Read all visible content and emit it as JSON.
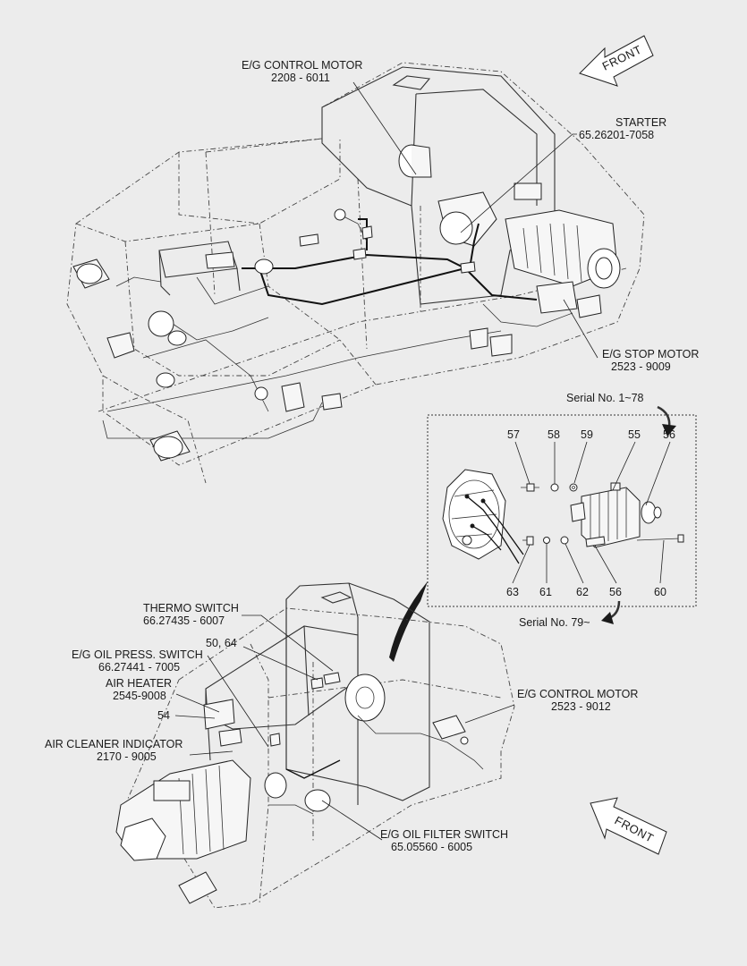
{
  "callouts": {
    "eg_control_motor_top": {
      "line1": "E/G CONTROL MOTOR",
      "line2": "2208 - 6011"
    },
    "starter": {
      "line1": "STARTER",
      "line2": "65.26201-7058"
    },
    "eg_stop_motor": {
      "line1": "E/G STOP MOTOR",
      "line2": "2523 - 9009"
    },
    "thermo_switch": {
      "line1": "THERMO SWITCH",
      "line2": "66.27435 - 6007"
    },
    "eg_oil_press_switch": {
      "line1": "E/G OIL PRESS. SWITCH",
      "line2": "66.27441 - 7005"
    },
    "air_heater": {
      "line1": "AIR HEATER",
      "line2": "2545-9008"
    },
    "air_cleaner_indicator": {
      "line1": "AIR CLEANER INDICATOR",
      "line2": "2170 - 9005"
    },
    "eg_control_motor_bottom": {
      "line1": "E/G CONTROL MOTOR",
      "line2": "2523 - 9012"
    },
    "eg_oil_filter_switch": {
      "line1": "E/G OIL FILTER SWITCH",
      "line2": "65.05560 - 6005"
    },
    "ref_50_64": "50, 64",
    "ref_54": "54"
  },
  "inset": {
    "serial_top": "Serial No. 1~78",
    "serial_bottom": "Serial No. 79~",
    "part_numbers": {
      "p55": "55",
      "p56a": "56",
      "p57": "57",
      "p58": "58",
      "p59": "59",
      "p56b": "56",
      "p60": "60",
      "p61": "61",
      "p62": "62",
      "p63": "63"
    }
  },
  "arrows": {
    "front_top": "FRONT",
    "front_bottom": "FRONT"
  }
}
